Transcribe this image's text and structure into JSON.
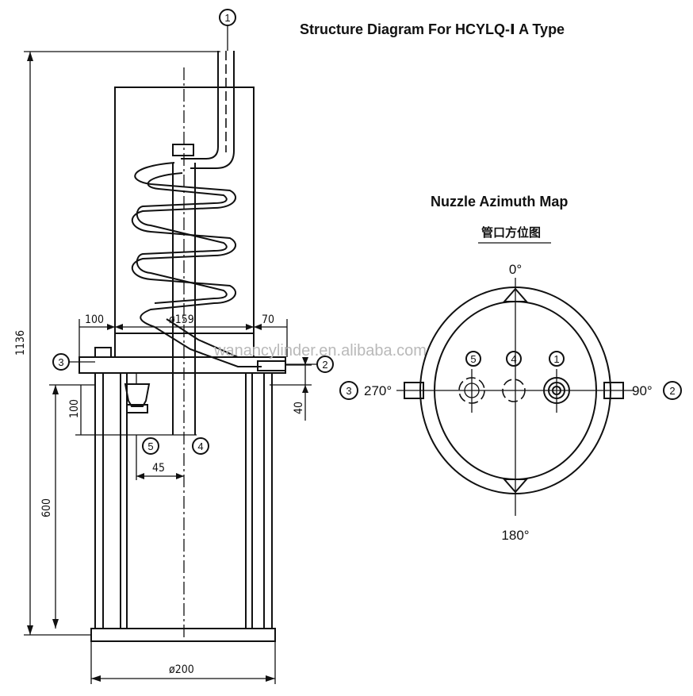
{
  "title": "Structure Diagram For HCYLQ-Ⅰ A Type",
  "azimuth_title": "Nuzzle Azimuth Map",
  "azimuth_title_cn": "管口方位图",
  "watermark": "wanancylinder.en.alibaba.com",
  "dimensions": {
    "overall_height": "1136",
    "leg_height": "600",
    "nozzle_height": "100",
    "flange_thickness": "40",
    "left_overhang": "100",
    "right_overhang": "70",
    "body_diameter": "ø159",
    "base_diameter": "ø200",
    "nozzle_offset": "45"
  },
  "nozzles": {
    "n1": "1",
    "n2": "2",
    "n3": "3",
    "n4": "4",
    "n5": "5"
  },
  "angles": {
    "top": "0°",
    "right": "90°",
    "bottom": "180°",
    "left": "270°"
  }
}
